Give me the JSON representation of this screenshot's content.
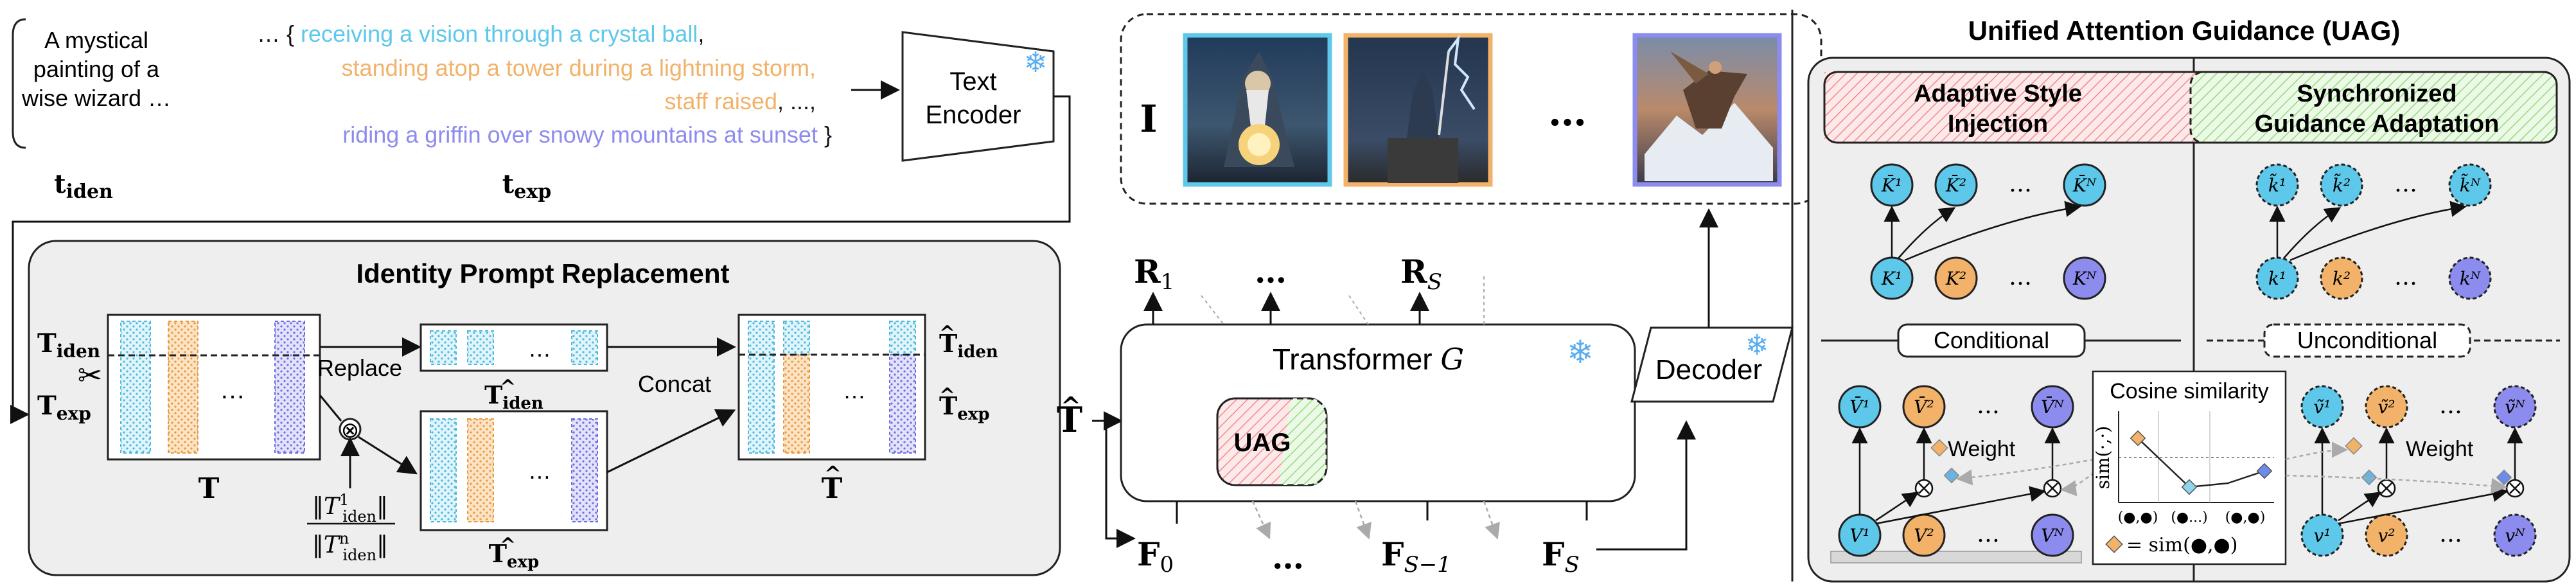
{
  "prompt": {
    "iden_text_lines": [
      "A mystical",
      "painting of a",
      "wise wizard …"
    ],
    "exp_prefix": "… {",
    "exp_line1": "receiving a vision through a crystal ball",
    "exp_line1_suffix": ",",
    "exp_line2": "standing atop a tower during a lightning storm,",
    "exp_line3": "staff raised",
    "exp_line3_suffix": ", ...,",
    "exp_line4": "riding a griffin over snowy mountains at sunset",
    "exp_suffix": "}",
    "t_iden": "t",
    "t_iden_sub": "iden",
    "t_exp": "t",
    "t_exp_sub": "exp"
  },
  "encoder": {
    "line1": "Text",
    "line2": "Encoder"
  },
  "images": {
    "label": "I",
    "ellipsis": "…"
  },
  "ipr": {
    "title": "Identity Prompt Replacement",
    "T_iden": "T",
    "T_iden_sub": "iden",
    "T_exp": "T",
    "T_exp_sub": "exp",
    "replace": "Replace",
    "concat": "Concat",
    "T_label": "T",
    "That_iden_sub": "iden",
    "That_exp_sub": "exp",
    "norm_num": "‖T",
    "norm_num_sup": "1",
    "norm_num_sub": "iden",
    "norm_den": "‖T",
    "norm_den_sup": "n",
    "norm_den_sub": "iden",
    "ellipsis": "…"
  },
  "transformer": {
    "title": "Transformer ",
    "title_var": "G",
    "uag": "UAG",
    "R1": "R",
    "R1_sub": "1",
    "RS": "R",
    "RS_sub": "S",
    "F0": "F",
    "F0_sub": "0",
    "FS1": "F",
    "FS1_sub": "S−1",
    "FS": "F",
    "FS_sub": "S",
    "T_hat": "T",
    "ellipsis": "…"
  },
  "decoder": {
    "label": "Decoder"
  },
  "uag_panel": {
    "title": "Unified Attention Guidance (UAG)",
    "asi_line1": "Adaptive Style",
    "asi_line2": "Injection",
    "sga_line1": "Synchronized",
    "sga_line2": "Guidance Adaptation",
    "conditional": "Conditional",
    "unconditional": "Unconditional",
    "cosine_title": "Cosine similarity",
    "sim_axis": "sim(·,·)",
    "sim_eq": "= sim(",
    "weight": "Weight",
    "ellipsis": "…"
  },
  "colors": {
    "cyan": "#5ec8ea",
    "orange": "#f2b26a",
    "purple": "#8c8cef",
    "red_hatch": "#f08a8a",
    "green_hatch": "#8fdc7a",
    "snow": "#5aaef0",
    "panel_gray": "#eeeeee"
  }
}
